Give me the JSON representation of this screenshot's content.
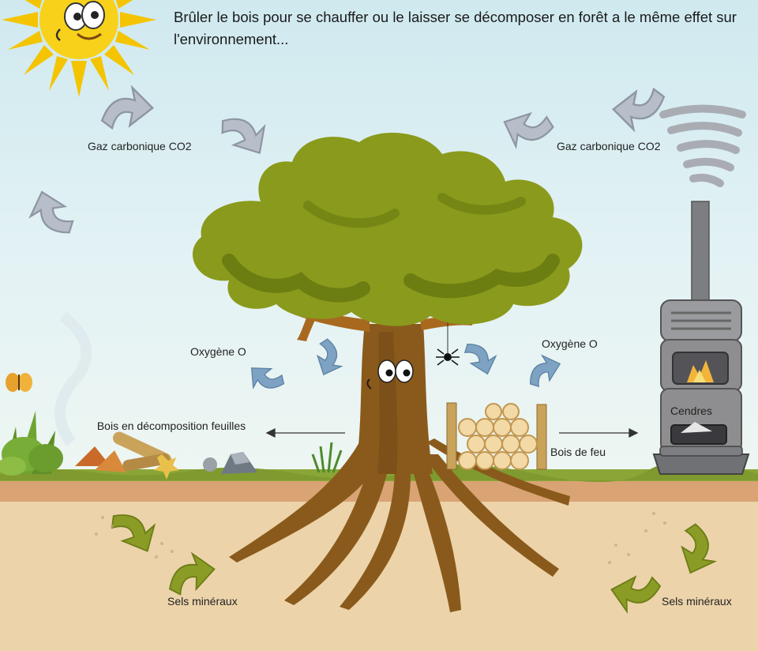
{
  "title": "Brûler le bois pour se chauffer ou le laisser se décomposer en forêt a le même effet sur l'environnement...",
  "labels": {
    "co2_left": "Gaz carbonique CO2",
    "co2_right": "Gaz carbonique CO2",
    "oxygen_left": "Oxygène O",
    "oxygen_right": "Oxygène O",
    "decomposition": "Bois en décomposition feuilles",
    "firewood": "Bois de feu",
    "ashes": "Cendres",
    "minerals_left": "Sels minéraux",
    "minerals_right": "Sels minéraux"
  },
  "colors": {
    "sky": "#d8eef1",
    "foliage": "#8a9a1c",
    "foliage_dark": "#6c7d12",
    "trunk": "#8a5a1c",
    "ground": "#ecd3aa",
    "grass": "#8aa637",
    "arrow_grey": "#b7bec9",
    "arrow_blue": "#7ea2c2",
    "arrow_green": "#7d8f21",
    "stove": "#8e8e90"
  }
}
